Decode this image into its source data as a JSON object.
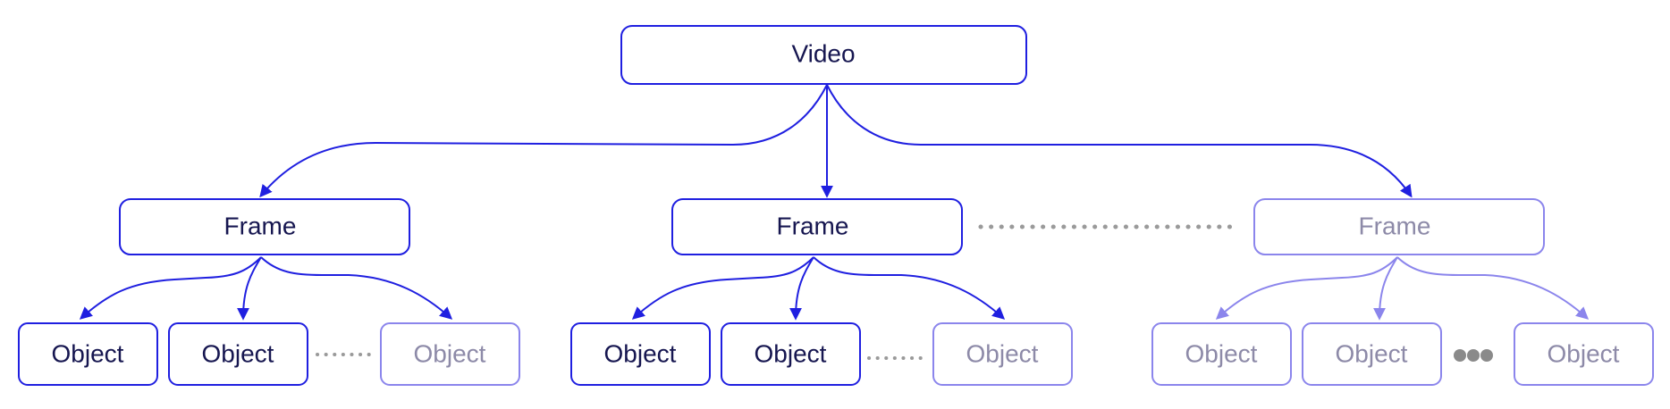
{
  "diagram": {
    "root": {
      "label": "Video"
    },
    "frames": [
      {
        "label": "Frame",
        "faded": false,
        "objects": [
          {
            "label": "Object",
            "faded": false
          },
          {
            "label": "Object",
            "faded": false
          },
          {
            "label": "Object",
            "faded": true
          }
        ],
        "object_separator": "dots"
      },
      {
        "label": "Frame",
        "faded": false,
        "objects": [
          {
            "label": "Object",
            "faded": false
          },
          {
            "label": "Object",
            "faded": false
          },
          {
            "label": "Object",
            "faded": true
          }
        ],
        "object_separator": "dots"
      },
      {
        "label": "Frame",
        "faded": true,
        "objects": [
          {
            "label": "Object",
            "faded": true
          },
          {
            "label": "Object",
            "faded": true
          },
          {
            "label": "Object",
            "faded": true
          }
        ],
        "object_separator": "ellipsis-bullets"
      }
    ],
    "frame_separator": "dots"
  },
  "colors": {
    "stroke": "#1f1fe0",
    "text": "#161650",
    "faded_stroke": "#8b85ec",
    "faded_text": "#8d8aa8",
    "separator": "#9a9a9a",
    "background": "#ffffff"
  }
}
